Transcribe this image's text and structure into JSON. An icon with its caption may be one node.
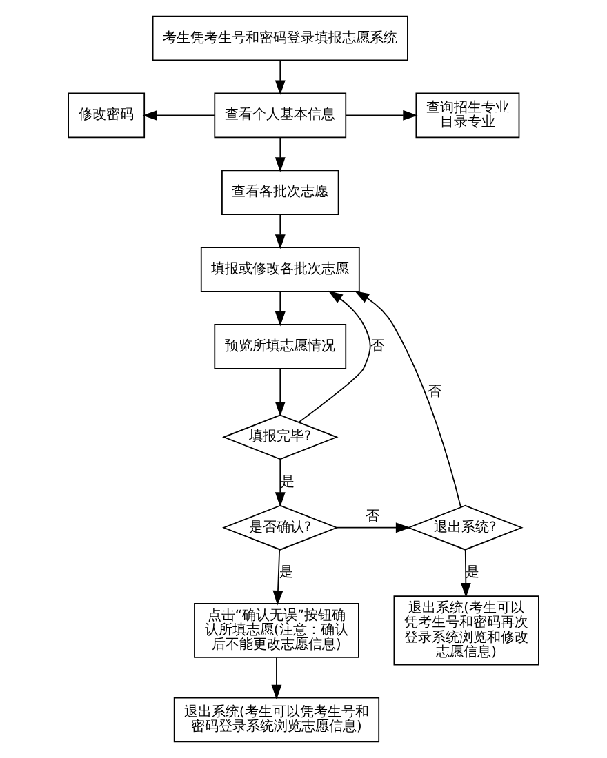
{
  "diagram": {
    "nodes": [
      {
        "text": [
          "考生凭考生号和密码登录填报志愿系统"
        ]
      },
      {
        "text": [
          "修改密码"
        ]
      },
      {
        "text": [
          "查看个人基本信息"
        ]
      },
      {
        "text": [
          "查询招生专业目录专业"
        ]
      },
      {
        "text": [
          "查看各批次志愿"
        ]
      },
      {
        "text": [
          "填报或修改各批次志愿"
        ]
      },
      {
        "text": [
          "预览所填志愿情况"
        ]
      },
      {
        "text": [
          "填报完毕?"
        ]
      },
      {
        "text": [
          "是否确认?"
        ]
      },
      {
        "text": [
          "退出系统?"
        ]
      },
      {
        "text": [
          "点击“确认无误”按钮确认所填志愿(注意：确认后不能更改志愿信息)"
        ]
      },
      {
        "text": [
          "退出系统(考生可以凭考生号和密码再次登录系统浏览和修改志愿信息)"
        ]
      },
      {
        "text": [
          "退出系统(考生可以凭考生号和密码登录系统浏览志愿信息)"
        ]
      }
    ],
    "edges": [
      {
        "from": 0,
        "to": 2,
        "arrow": "to"
      },
      {
        "from": 2,
        "to": 1,
        "arrow": "to"
      },
      {
        "from": 2,
        "to": 3,
        "arrow": "to"
      },
      {
        "from": 2,
        "to": 4,
        "arrow": "to"
      },
      {
        "from": 4,
        "to": 5,
        "arrow": "to"
      },
      {
        "from": 5,
        "to": 6,
        "arrow": "to"
      },
      {
        "from": 6,
        "to": 7,
        "arrow": "to"
      },
      {
        "from": 7,
        "to": 5,
        "label": "否",
        "arrow": "to"
      },
      {
        "from": 7,
        "to": 8,
        "label": "是",
        "arrow": "to"
      },
      {
        "from": 8,
        "to": 9,
        "label": "否",
        "arrow": "to"
      },
      {
        "from": 9,
        "to": 5,
        "label": "否",
        "arrow": "to"
      },
      {
        "from": 8,
        "to": 10,
        "label": "是",
        "arrow": "to"
      },
      {
        "from": 9,
        "to": 11,
        "label": "是",
        "arrow": "to"
      },
      {
        "from": 10,
        "to": 12,
        "arrow": "to"
      }
    ]
  }
}
